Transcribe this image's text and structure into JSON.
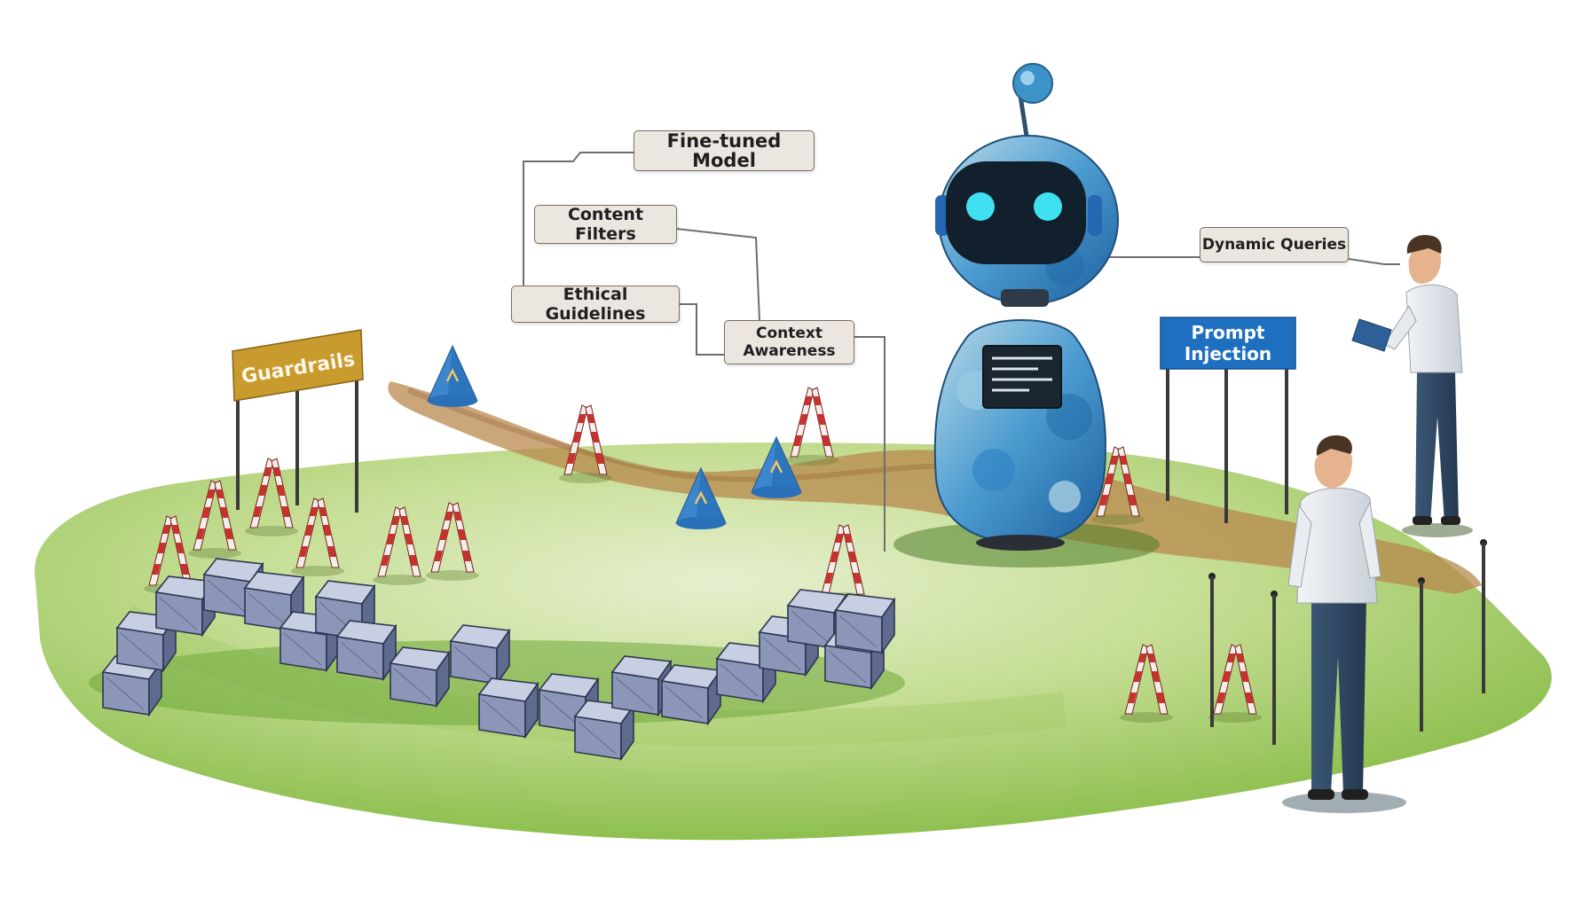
{
  "labels": {
    "fine_tuned_model": "Fine-tuned Model",
    "content_filters": "Content Filters",
    "ethical_guidelines": "Ethical Guidelines",
    "context_awareness": "Context Awareness",
    "dynamic_queries": "Dynamic Queries"
  },
  "signs": {
    "guardrails": "Guardrails",
    "prompt_injection": "Prompt Injection"
  },
  "colors": {
    "ground_green": "#9cc95a",
    "ground_light": "#dfecc5",
    "dirt_path": "#b8884e",
    "guardrails_sign": "#c99a2e",
    "prompt_injection_sign": "#1f6fc1",
    "robot_blue": "#3a8fc8",
    "robot_eye": "#3fe0f0",
    "stone_block": "#8c96b8",
    "barrier_red": "#c8322e"
  }
}
